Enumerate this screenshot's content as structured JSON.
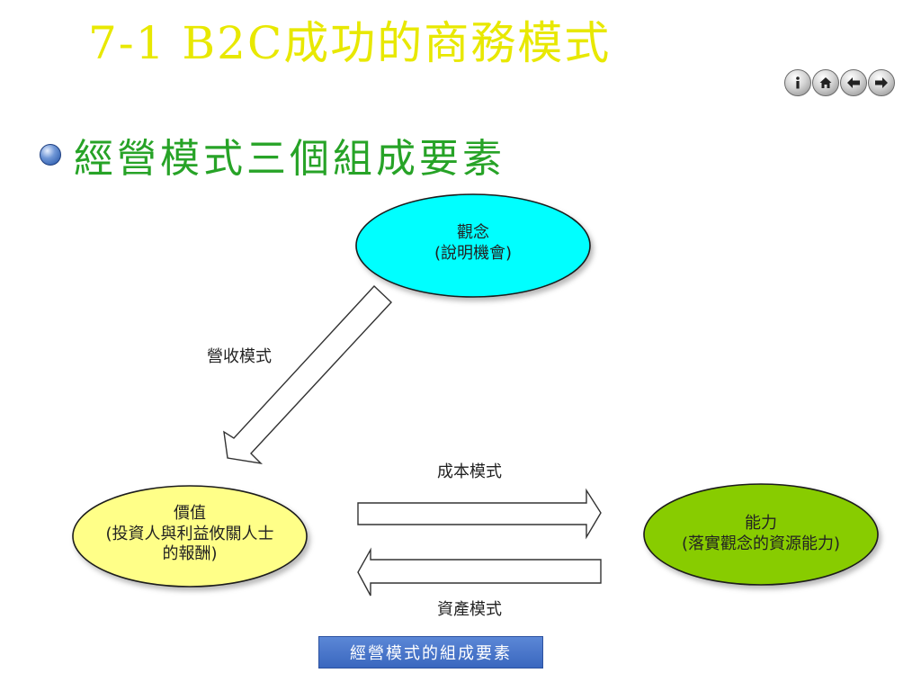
{
  "slide": {
    "title": "7-1 B2C成功的商務模式",
    "bullet": "經營模式三個組成要素",
    "caption": "經營模式的組成要素"
  },
  "nav": {
    "buttons": [
      {
        "name": "info",
        "icon": "info-icon",
        "glyph": "i"
      },
      {
        "name": "home",
        "icon": "home-icon",
        "glyph": "⌂"
      },
      {
        "name": "back",
        "icon": "arrow-left-icon",
        "glyph": "←"
      },
      {
        "name": "forward",
        "icon": "arrow-right-icon",
        "glyph": "→"
      }
    ]
  },
  "diagram": {
    "concept": {
      "line1": "觀念",
      "line2": "(說明機會)",
      "fill": "#00ffff"
    },
    "value": {
      "line1": "價值",
      "line2": "(投資人與利益攸關人士",
      "line3": "的報酬)",
      "fill": "#ffff88"
    },
    "capability": {
      "line1": "能力",
      "line2": "(落實觀念的資源能力)",
      "fill": "#88cc00"
    },
    "edges": {
      "revenue": "營收模式",
      "cost": "成本模式",
      "asset": "資產模式"
    }
  },
  "colors": {
    "title": "#e8e800",
    "bullet_text": "#27a327",
    "caption_bg": "#4a78cc"
  }
}
